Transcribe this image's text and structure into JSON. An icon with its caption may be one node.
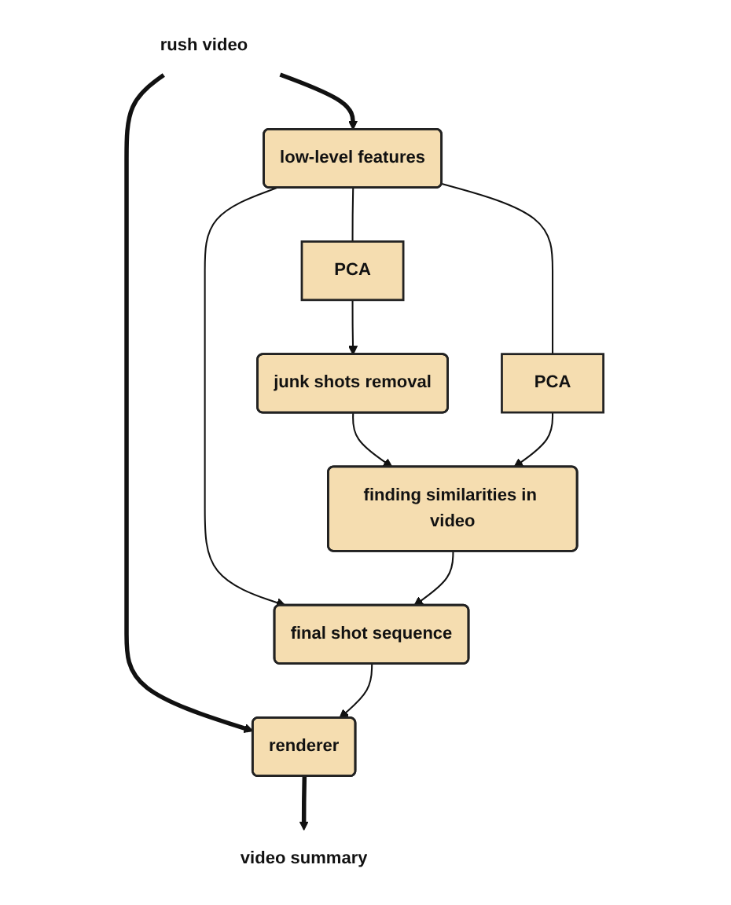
{
  "diagram": {
    "nodes": [
      {
        "text": [
          "rush video"
        ]
      },
      {
        "text": [
          "low-level features"
        ]
      },
      {
        "text": [
          "PCA"
        ]
      },
      {
        "text": [
          "junk shots removal"
        ]
      },
      {
        "text": [
          "PCA"
        ]
      },
      {
        "text": [
          "finding similarities in video"
        ]
      },
      {
        "text": [
          "final shot sequence"
        ]
      },
      {
        "text": [
          "renderer"
        ]
      },
      {
        "text": [
          "video summary"
        ]
      }
    ],
    "edges": [
      {
        "from": 0,
        "to": 1,
        "arrow": "to",
        "style": "thick"
      },
      {
        "from": 0,
        "to": 7,
        "arrow": "to",
        "style": "thick"
      },
      {
        "from": 1,
        "to": 2,
        "arrow": "none"
      },
      {
        "from": 2,
        "to": 3,
        "arrow": "to"
      },
      {
        "from": 3,
        "to": 5,
        "arrow": "to"
      },
      {
        "from": 1,
        "to": 4,
        "arrow": "none"
      },
      {
        "from": 4,
        "to": 5,
        "arrow": "to"
      },
      {
        "from": 1,
        "to": 6,
        "arrow": "to"
      },
      {
        "from": 5,
        "to": 6,
        "arrow": "to"
      },
      {
        "from": 6,
        "to": 7,
        "arrow": "to"
      },
      {
        "from": 7,
        "to": 8,
        "arrow": "to",
        "style": "thick"
      }
    ]
  }
}
